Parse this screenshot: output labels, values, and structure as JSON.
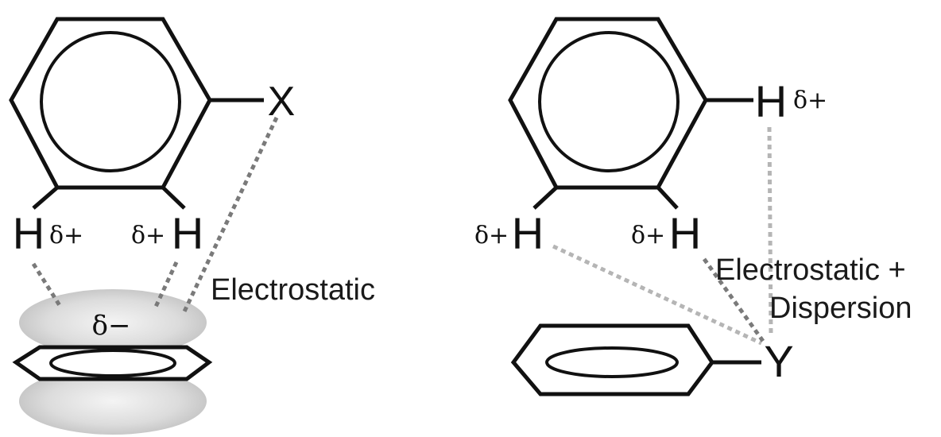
{
  "left_panel": {
    "substituent_atom": "X",
    "ortho_h_left": "H",
    "ortho_h_right": "H",
    "partial_plus_left": "δ+",
    "partial_plus_right": "δ+",
    "partial_minus": "δ−",
    "interaction_label": "Electrostatic"
  },
  "right_panel": {
    "substituent_h": "H",
    "partial_plus_top": "δ+",
    "ortho_h_left": "H",
    "ortho_h_right": "H",
    "partial_plus_left": "δ+",
    "partial_plus_right": "δ+",
    "acceptor_atom": "Y",
    "interaction_label_line1": "Electrostatic +",
    "interaction_label_line2": "Dispersion"
  },
  "colors": {
    "bond": "#111111",
    "electrostatic_contact": "#7a7a7a",
    "dispersion_contact": "#b5b5b5",
    "cloud": "#d6d6d6"
  }
}
